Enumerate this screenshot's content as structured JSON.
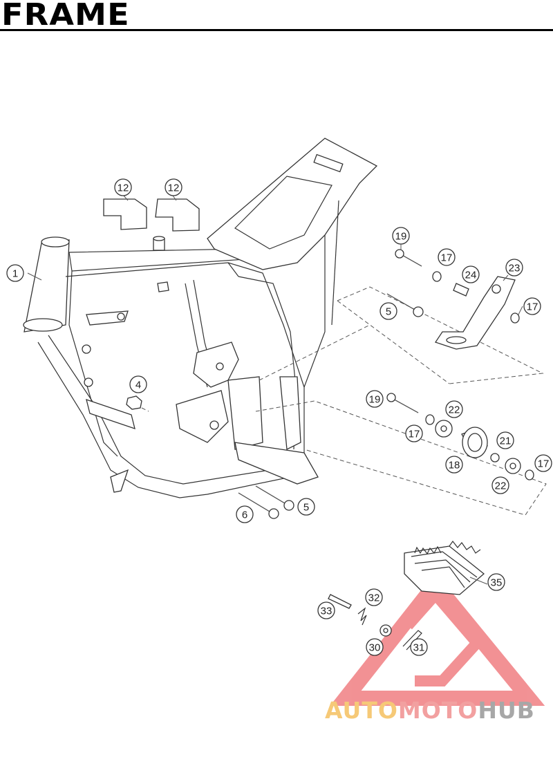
{
  "page": {
    "title": "FRAME"
  },
  "callouts": [
    {
      "id": "c1",
      "label": "1"
    },
    {
      "id": "c4",
      "label": "4"
    },
    {
      "id": "c5a",
      "label": "5"
    },
    {
      "id": "c5b",
      "label": "5"
    },
    {
      "id": "c6",
      "label": "6"
    },
    {
      "id": "c12a",
      "label": "12"
    },
    {
      "id": "c12b",
      "label": "12"
    },
    {
      "id": "c17a",
      "label": "17"
    },
    {
      "id": "c17b",
      "label": "17"
    },
    {
      "id": "c17c",
      "label": "17"
    },
    {
      "id": "c17d",
      "label": "17"
    },
    {
      "id": "c18",
      "label": "18"
    },
    {
      "id": "c19a",
      "label": "19"
    },
    {
      "id": "c19b",
      "label": "19"
    },
    {
      "id": "c21",
      "label": "21"
    },
    {
      "id": "c22a",
      "label": "22"
    },
    {
      "id": "c22b",
      "label": "22"
    },
    {
      "id": "c23",
      "label": "23"
    },
    {
      "id": "c24",
      "label": "24"
    },
    {
      "id": "c30",
      "label": "30"
    },
    {
      "id": "c31",
      "label": "31"
    },
    {
      "id": "c32",
      "label": "32"
    },
    {
      "id": "c33",
      "label": "33"
    },
    {
      "id": "c35",
      "label": "35"
    }
  ],
  "watermark": {
    "part1": "AUTO",
    "part2": "MOTO",
    "part3": "HUB"
  },
  "colors": {
    "ink": "#333333",
    "watermark_red": "#e8393e",
    "watermark_yellow": "#f6c977",
    "watermark_gray": "#a7a7a7"
  }
}
